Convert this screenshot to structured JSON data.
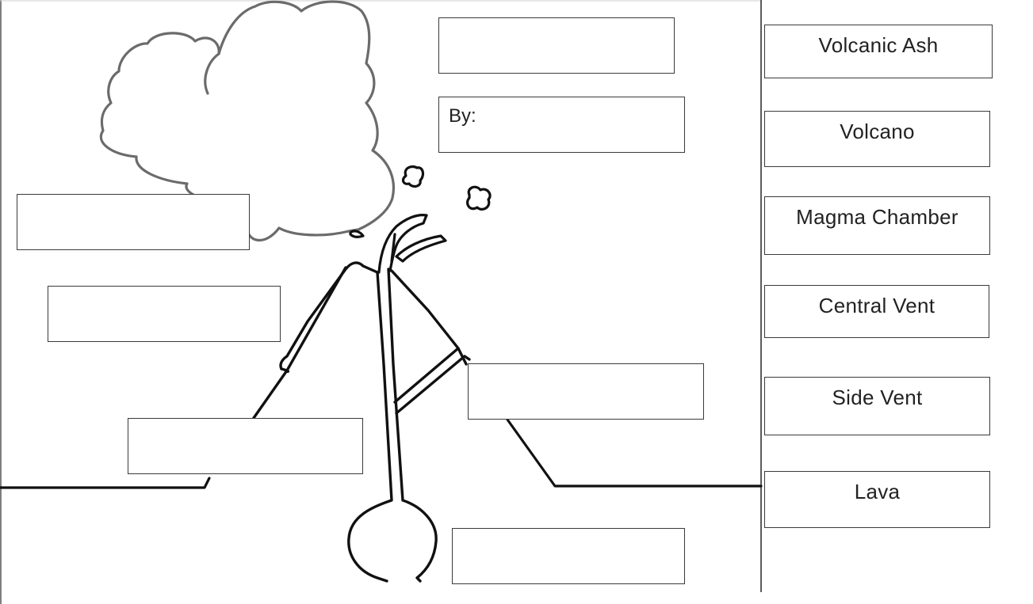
{
  "worksheet": {
    "by_label": "By:",
    "word_bank": [
      "Volcanic Ash",
      "Volcano",
      "Magma Chamber",
      "Central Vent",
      "Side Vent",
      "Lava"
    ]
  }
}
